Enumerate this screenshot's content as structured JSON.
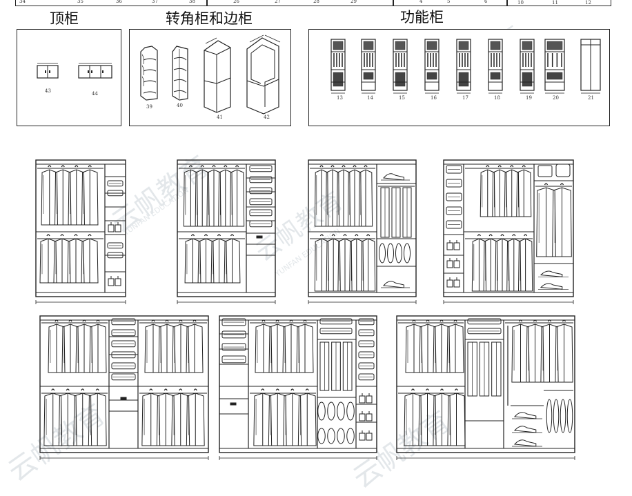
{
  "top_strip": {
    "numbers": [
      "34",
      "35",
      "36",
      "37",
      "38",
      "26",
      "27",
      "28",
      "29",
      "4",
      "5",
      "6",
      "10",
      "11",
      "12"
    ]
  },
  "sections": {
    "top_cabinet": {
      "title": "顶柜",
      "items": [
        "43",
        "44"
      ]
    },
    "corner_cabinet": {
      "title": "转角柜和边柜",
      "items": [
        "39",
        "40",
        "41",
        "42"
      ]
    },
    "function_cabinet": {
      "title": "功能柜",
      "items": [
        "13",
        "14",
        "15",
        "16",
        "17",
        "18",
        "19",
        "20",
        "21"
      ]
    }
  },
  "watermark": {
    "text": "云帆教育",
    "subtext": "YUNFAN EDUCATION",
    "color": "#e3e7ea"
  },
  "wardrobes": [
    {
      "id": "w1"
    },
    {
      "id": "w2"
    },
    {
      "id": "w3"
    },
    {
      "id": "w4"
    },
    {
      "id": "w5"
    },
    {
      "id": "w6"
    },
    {
      "id": "w7"
    }
  ]
}
